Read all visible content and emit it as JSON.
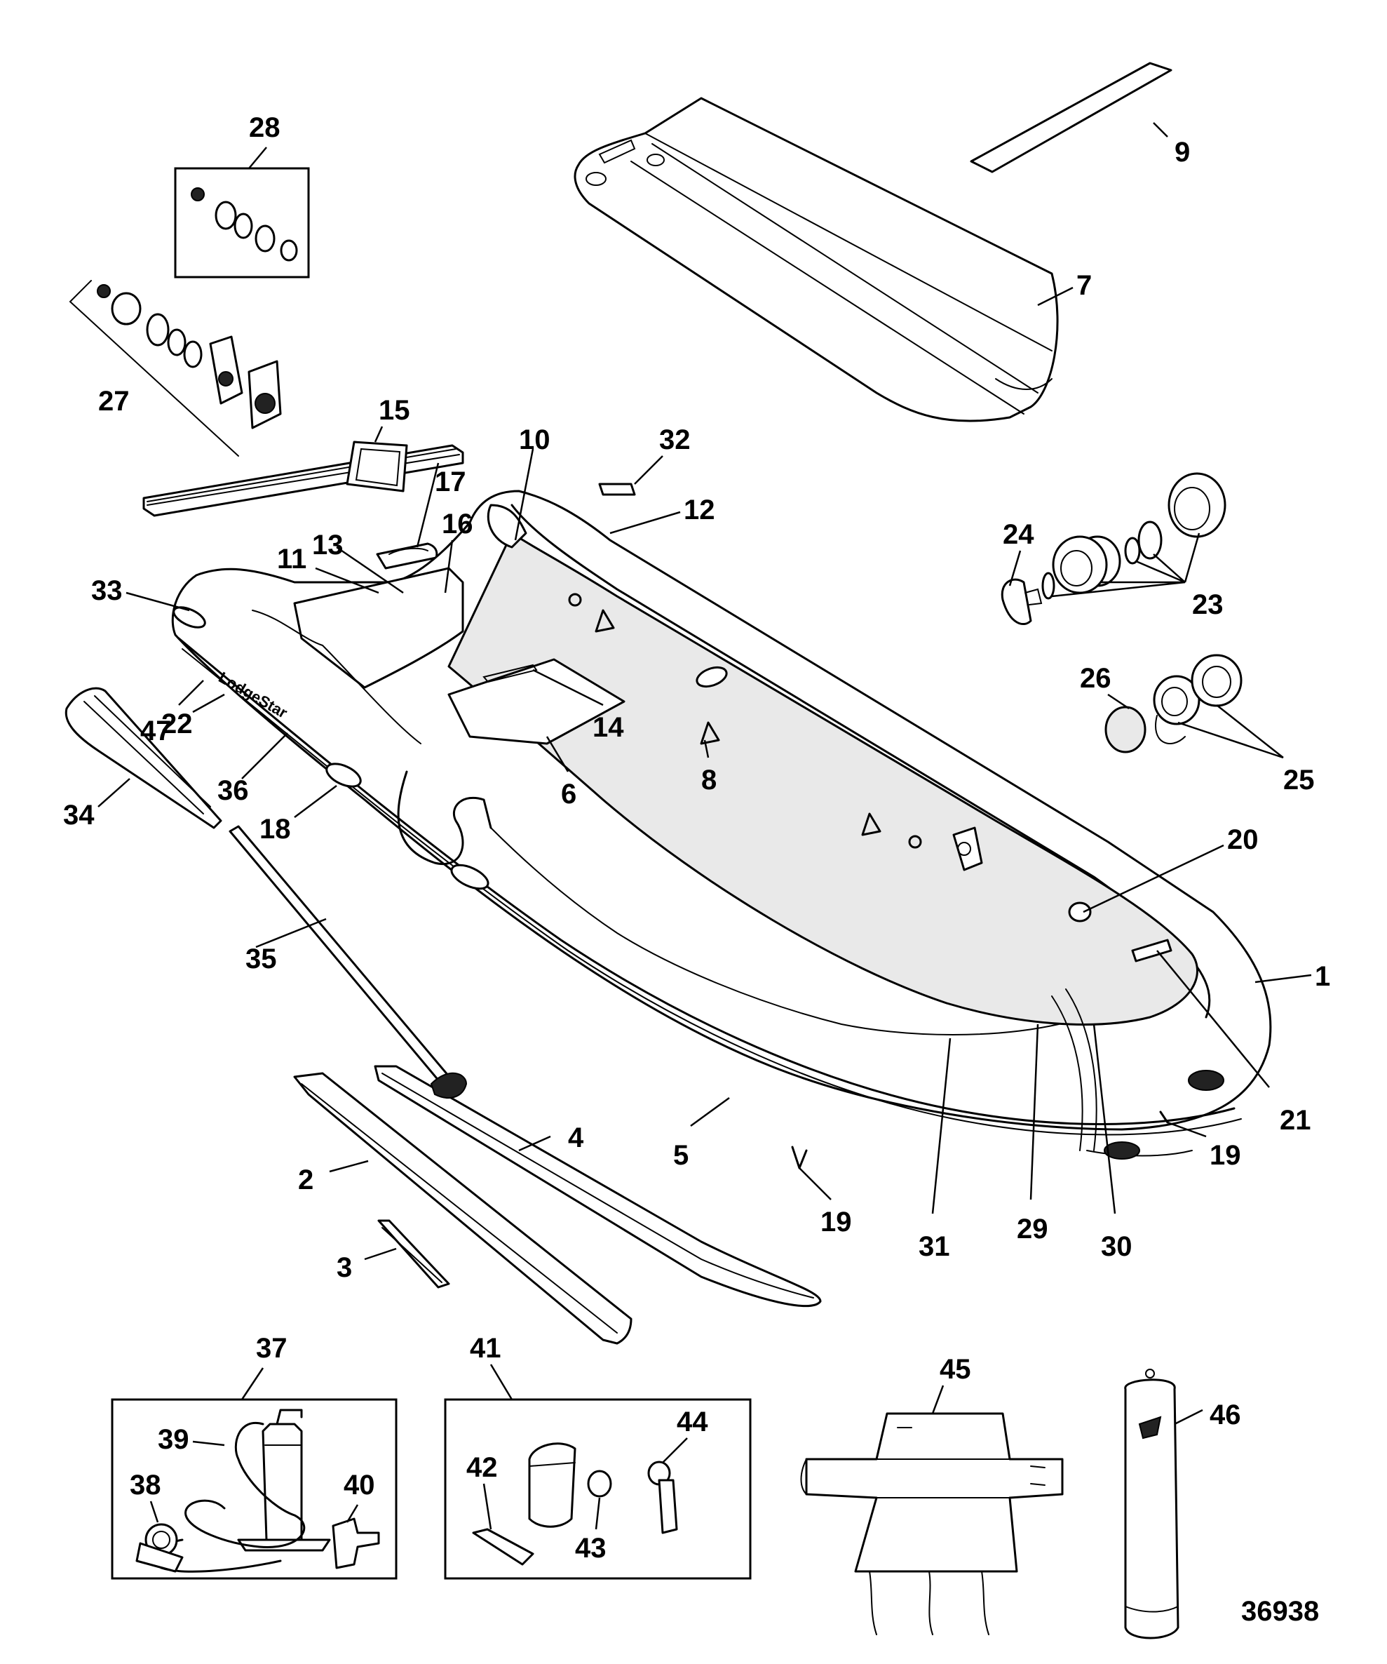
{
  "callouts": [
    {
      "id": "c1",
      "label": "1"
    },
    {
      "id": "c2",
      "label": "2"
    },
    {
      "id": "c3",
      "label": "3"
    },
    {
      "id": "c4",
      "label": "4"
    },
    {
      "id": "c5",
      "label": "5"
    },
    {
      "id": "c6",
      "label": "6"
    },
    {
      "id": "c7",
      "label": "7"
    },
    {
      "id": "c8",
      "label": "8"
    },
    {
      "id": "c9",
      "label": "9"
    },
    {
      "id": "c10",
      "label": "10"
    },
    {
      "id": "c11",
      "label": "11"
    },
    {
      "id": "c12",
      "label": "12"
    },
    {
      "id": "c13",
      "label": "13"
    },
    {
      "id": "c14",
      "label": "14"
    },
    {
      "id": "c15",
      "label": "15"
    },
    {
      "id": "c16",
      "label": "16"
    },
    {
      "id": "c17",
      "label": "17"
    },
    {
      "id": "c18",
      "label": "18"
    },
    {
      "id": "c19a",
      "label": "19"
    },
    {
      "id": "c19b",
      "label": "19"
    },
    {
      "id": "c20",
      "label": "20"
    },
    {
      "id": "c21",
      "label": "21"
    },
    {
      "id": "c22",
      "label": "22"
    },
    {
      "id": "c23",
      "label": "23"
    },
    {
      "id": "c24",
      "label": "24"
    },
    {
      "id": "c25",
      "label": "25"
    },
    {
      "id": "c26",
      "label": "26"
    },
    {
      "id": "c27",
      "label": "27"
    },
    {
      "id": "c28",
      "label": "28"
    },
    {
      "id": "c29",
      "label": "29"
    },
    {
      "id": "c30",
      "label": "30"
    },
    {
      "id": "c31",
      "label": "31"
    },
    {
      "id": "c32",
      "label": "32"
    },
    {
      "id": "c33",
      "label": "33"
    },
    {
      "id": "c34",
      "label": "34"
    },
    {
      "id": "c35",
      "label": "35"
    },
    {
      "id": "c36",
      "label": "36"
    },
    {
      "id": "c37",
      "label": "37"
    },
    {
      "id": "c38",
      "label": "38"
    },
    {
      "id": "c39",
      "label": "39"
    },
    {
      "id": "c40",
      "label": "40"
    },
    {
      "id": "c41",
      "label": "41"
    },
    {
      "id": "c42",
      "label": "42"
    },
    {
      "id": "c43",
      "label": "43"
    },
    {
      "id": "c44",
      "label": "44"
    },
    {
      "id": "c45",
      "label": "45"
    },
    {
      "id": "c46",
      "label": "46"
    },
    {
      "id": "c47",
      "label": "47"
    }
  ],
  "figure_number": "36938",
  "brand_mark": "LodgeStar",
  "colors": {
    "line": "#000000",
    "background": "#ffffff"
  }
}
